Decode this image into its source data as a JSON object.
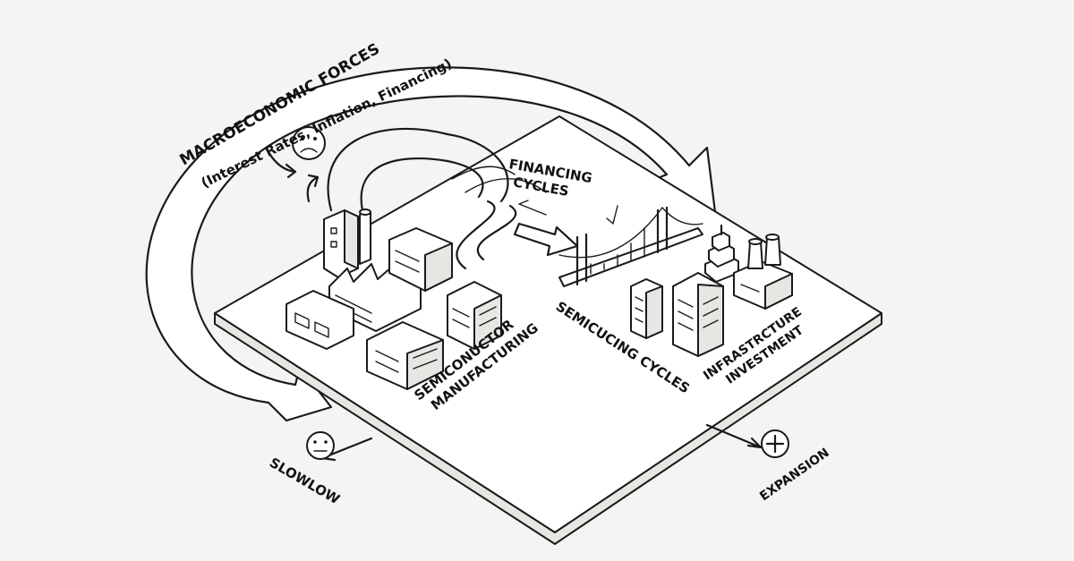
{
  "labels": {
    "macro_title": "MACROECONOMIC FORCES",
    "macro_sub": "(Interest Rates, Inflation, Financing)",
    "financing_line1": "FINANCING",
    "financing_line2": "CYCLES",
    "semi_mfg_line1": "SEMICONUCTOR",
    "semi_mfg_line2": "MANUFACTURING",
    "semi_cycles": "SEMICUCING CYCLES",
    "infra_line1": "INFRASTRCTURE",
    "infra_line2": "INVESTMENT",
    "slowdown": "SLOWLOW",
    "expansion": "EXPANSION"
  },
  "icons": [
    "sad-face-icon",
    "neutral-face-icon",
    "plus-circle-icon",
    "cycle-arrows-icon"
  ],
  "colors": {
    "ink": "#1a1a1a",
    "background": "#f4f4f2",
    "shading": "#e6e6e3"
  }
}
